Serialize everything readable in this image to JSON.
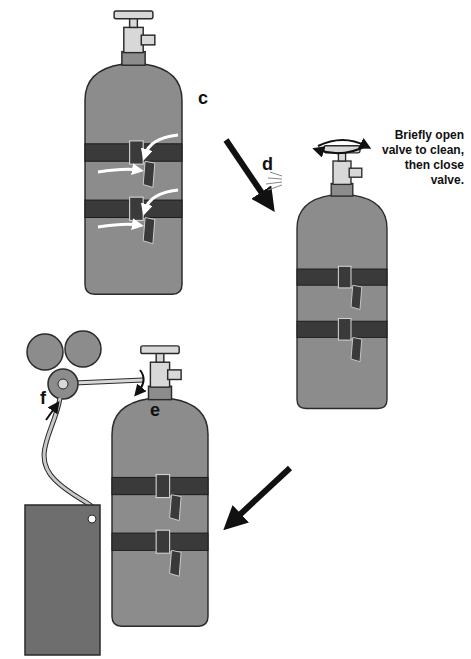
{
  "diagram": {
    "labels": [
      "c",
      "d",
      "Briefly open valve to clean, then close valve.",
      "e",
      "f"
    ]
  }
}
